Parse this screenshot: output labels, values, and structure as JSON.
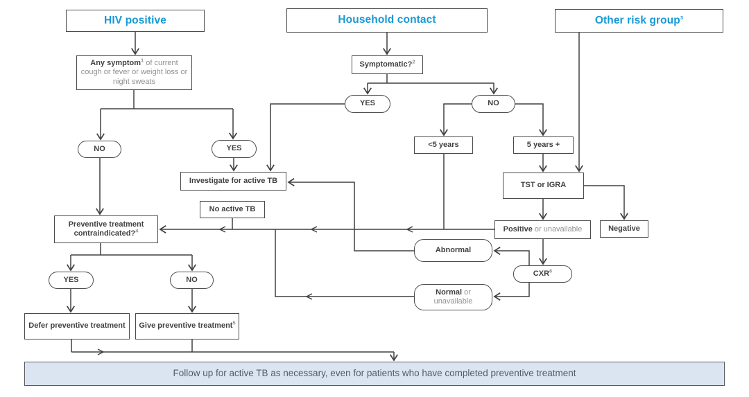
{
  "diagram": {
    "headers": {
      "hiv": "HIV positive",
      "household": "Household contact",
      "other": "Other risk group",
      "other_sup": "3"
    },
    "nodes": {
      "symptom": {
        "bold": "Any symptom",
        "sup": "1",
        "rest": " of current cough or fever or weight loss or night sweats"
      },
      "symptomatic": {
        "bold": "Symptomatic?",
        "sup": "2"
      },
      "hiv_no": "NO",
      "hiv_yes": "YES",
      "hh_yes": "YES",
      "hh_no": "NO",
      "under5": "<5 years",
      "over5": "5 years +",
      "tst": "TST or IGRA",
      "investigate": "Investigate for active TB",
      "no_active": "No active TB",
      "positive": {
        "bold": "Positive",
        "rest": " or unavailable"
      },
      "negative": "Negative",
      "contra": {
        "bold": "Preventive treatment contraindicated?",
        "sup": "4"
      },
      "abnormal": "Abnormal",
      "cxr": {
        "bold": "CXR",
        "sup": "6"
      },
      "normal": {
        "bold": "Normal",
        "rest1": " or",
        "rest2": "unavailable"
      },
      "contra_yes": "YES",
      "contra_no": "NO",
      "defer": "Defer preventive treatment",
      "give": {
        "bold": "Give preventive treatment",
        "sup": "5"
      }
    },
    "footer": "Follow up for active TB as necessary, even for patients who have completed preventive treatment",
    "colors": {
      "accent_blue": "#1899d6",
      "line": "#414042",
      "text_dark": "#414042",
      "text_gray": "#8e9093",
      "footer_fill": "#dbe5f1"
    }
  }
}
